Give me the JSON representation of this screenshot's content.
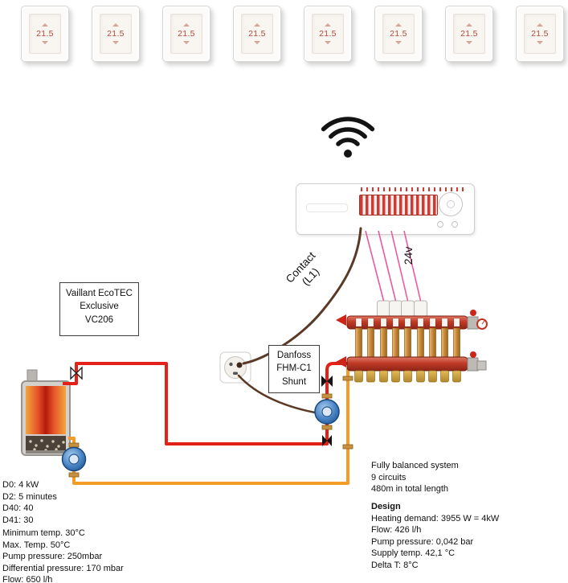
{
  "thermostats": {
    "display_value": "21.5",
    "count": 8
  },
  "connectivity": {
    "contact_label": "Contact (L1)",
    "voltage_label": "24v"
  },
  "equipment_labels": {
    "boiler": [
      "Vaillant EcoTEC",
      "Exclusive",
      "VC206"
    ],
    "shunt": [
      "Danfoss",
      "FHM-C1",
      "Shunt"
    ]
  },
  "notes": {
    "boiler_params": [
      "D0: 4 kW",
      "D2: 5 minutes",
      "D40: 40",
      "D41: 30"
    ],
    "boiler_limits": [
      "Minimum temp. 30°C",
      "Max. Temp. 50°C",
      "Pump pressure: 250mbar",
      "Differential pressure: 170 mbar",
      "Flow: 650 l/h"
    ],
    "system_summary": [
      "Fully balanced system",
      "9 circuits",
      "480m in total length"
    ],
    "design_title": "Design",
    "design_specs": [
      "Heating demand: 3955 W = 4kW",
      "Flow: 426 l/h",
      "Pump pressure: 0,042 bar",
      "Supply temp. 42,1 °C",
      "Delta T: 8°C"
    ]
  },
  "colors": {
    "supply_pipe": "#e32119",
    "return_pipe": "#f59b28",
    "signal_wire": "#ea5aa0",
    "mains_wire": "#5a3a26"
  }
}
